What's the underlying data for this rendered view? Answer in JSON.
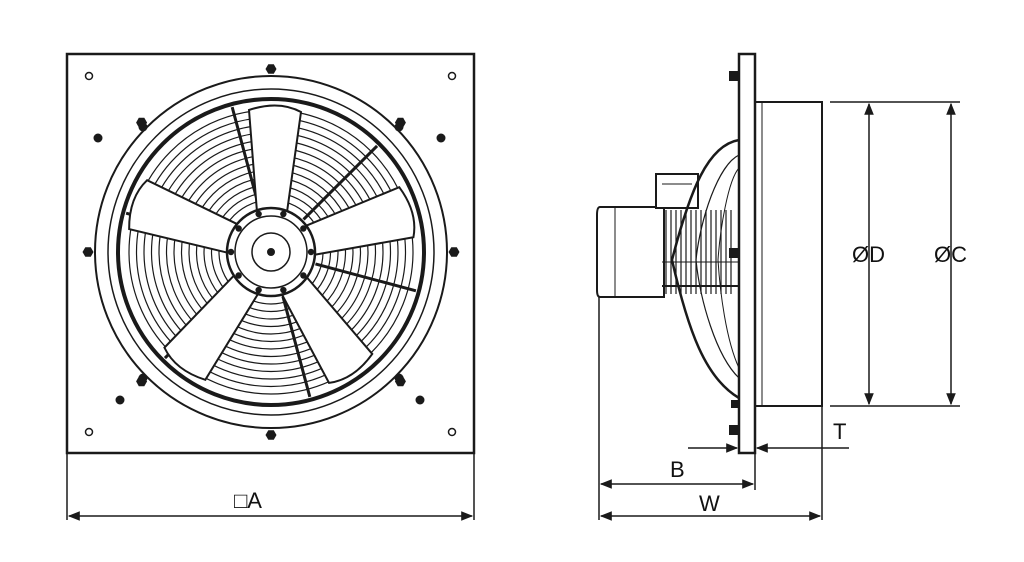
{
  "dimensions": {
    "width_label": "A",
    "width_symbol": "□",
    "outer_diameter": "ØC",
    "inner_diameter": "ØD",
    "total_depth": "W",
    "motor_depth": "B",
    "plate_thickness": "T"
  },
  "colors": {
    "line": "#1a1a1a",
    "blade": "#ffffff",
    "background": "#ffffff"
  }
}
